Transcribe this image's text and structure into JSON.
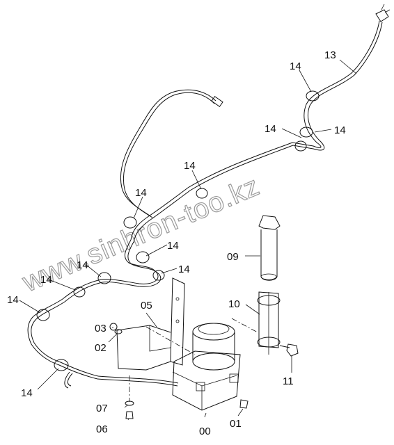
{
  "diagram": {
    "watermark": "www.sinhron-too.kz",
    "callouts": [
      {
        "id": "c-13",
        "text": "13",
        "part": "wiring-harness"
      },
      {
        "id": "c-14a",
        "text": "14",
        "part": "clip"
      },
      {
        "id": "c-14b",
        "text": "14",
        "part": "clip"
      },
      {
        "id": "c-14c",
        "text": "14",
        "part": "clip"
      },
      {
        "id": "c-14d",
        "text": "14",
        "part": "clip"
      },
      {
        "id": "c-14e",
        "text": "14",
        "part": "clip"
      },
      {
        "id": "c-14f",
        "text": "14",
        "part": "clip"
      },
      {
        "id": "c-14g",
        "text": "14",
        "part": "clip"
      },
      {
        "id": "c-14h",
        "text": "14",
        "part": "clip"
      },
      {
        "id": "c-14i",
        "text": "14",
        "part": "clip"
      },
      {
        "id": "c-14j",
        "text": "14",
        "part": "clip"
      },
      {
        "id": "c-14k",
        "text": "14",
        "part": "clip"
      },
      {
        "id": "c-09",
        "text": "09",
        "part": "lamp"
      },
      {
        "id": "c-10",
        "text": "10",
        "part": "bracket"
      },
      {
        "id": "c-11",
        "text": "11",
        "part": "bolt"
      },
      {
        "id": "c-05",
        "text": "05",
        "part": "bracket"
      },
      {
        "id": "c-03",
        "text": "03",
        "part": "nut"
      },
      {
        "id": "c-02",
        "text": "02",
        "part": "washer"
      },
      {
        "id": "c-07",
        "text": "07",
        "part": "washer"
      },
      {
        "id": "c-06",
        "text": "06",
        "part": "bolt"
      },
      {
        "id": "c-00",
        "text": "00",
        "part": "motor-assembly"
      },
      {
        "id": "c-01",
        "text": "01",
        "part": "bolt"
      }
    ]
  }
}
